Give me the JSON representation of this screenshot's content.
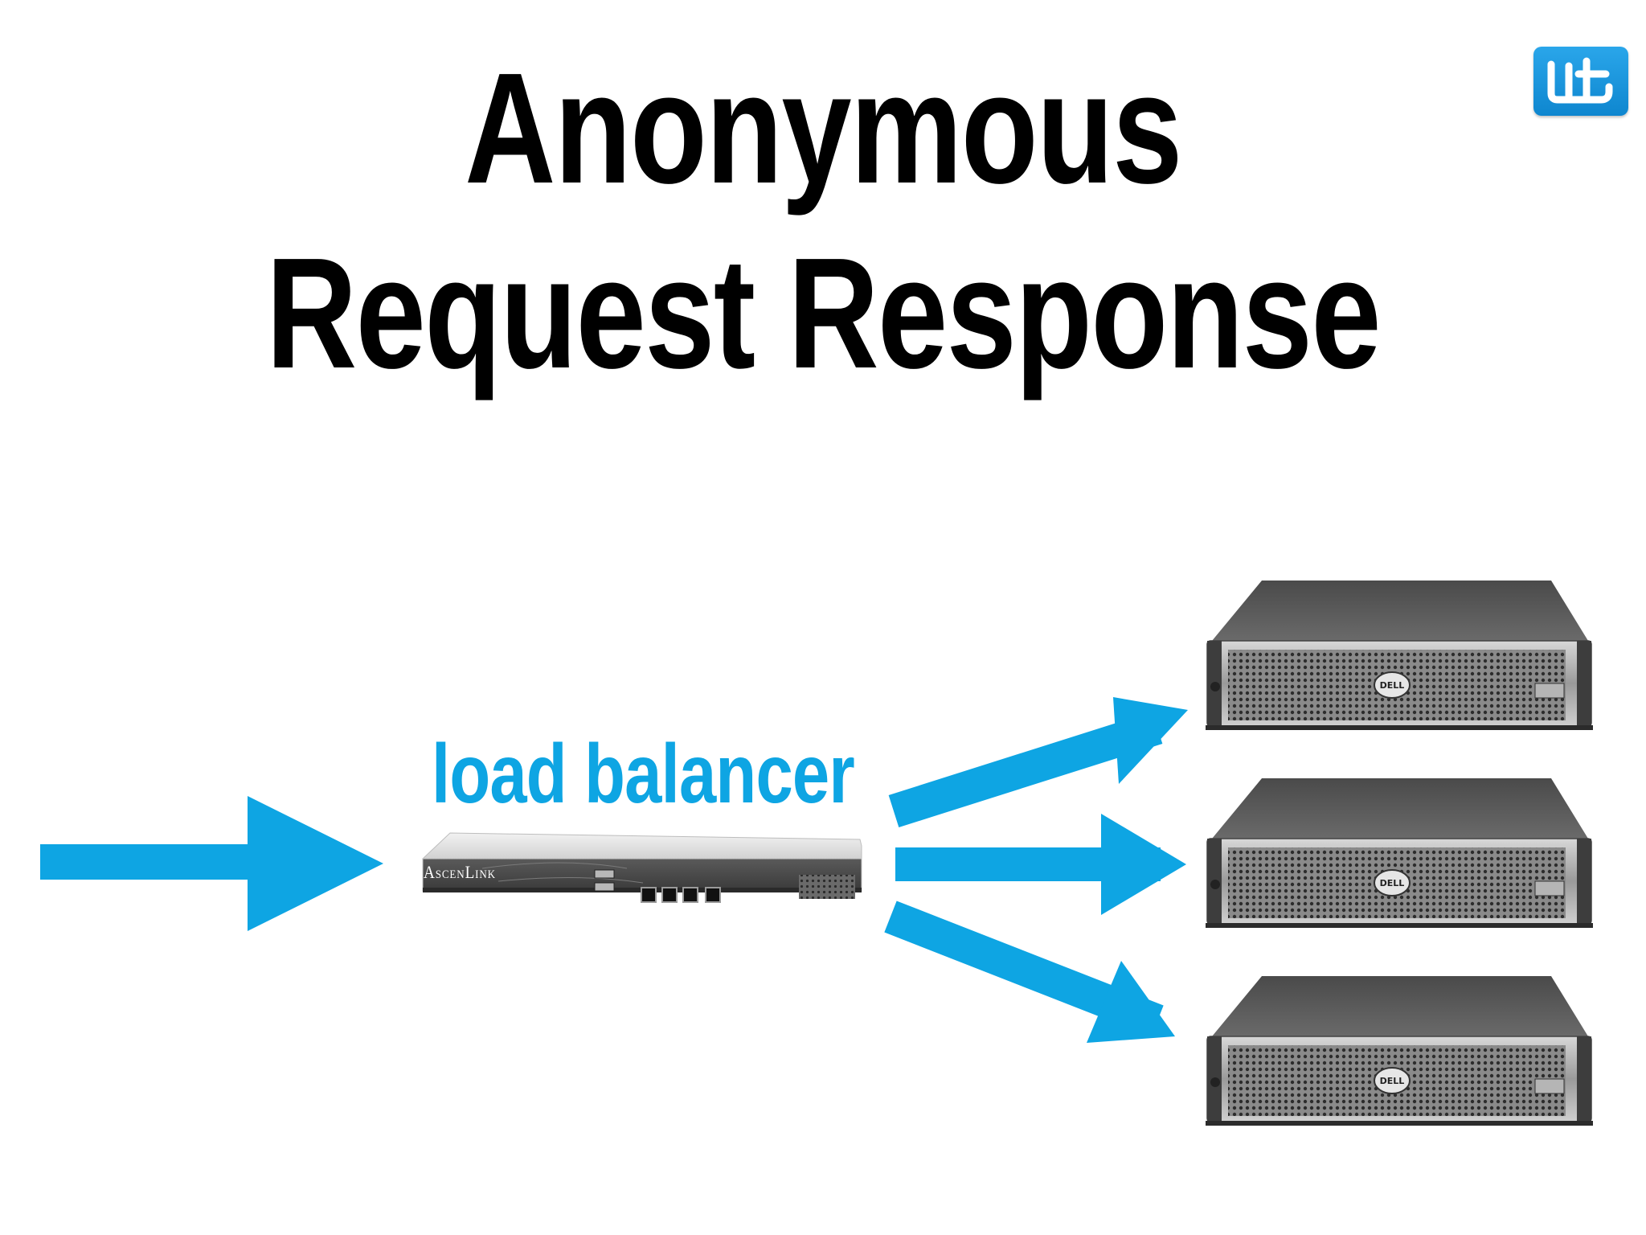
{
  "title": {
    "line1": "Anonymous",
    "line2": "Request Response"
  },
  "logo": {
    "icon": "wt-logo-icon",
    "color": "#1a96dc"
  },
  "load_balancer": {
    "label": "load balancer",
    "device_brand": "AscenLink"
  },
  "servers": [
    {
      "brand": "DELL"
    },
    {
      "brand": "DELL"
    },
    {
      "brand": "DELL"
    }
  ],
  "colors": {
    "arrow": "#0ea5e3",
    "label": "#0ea5e3",
    "title": "#000000"
  }
}
